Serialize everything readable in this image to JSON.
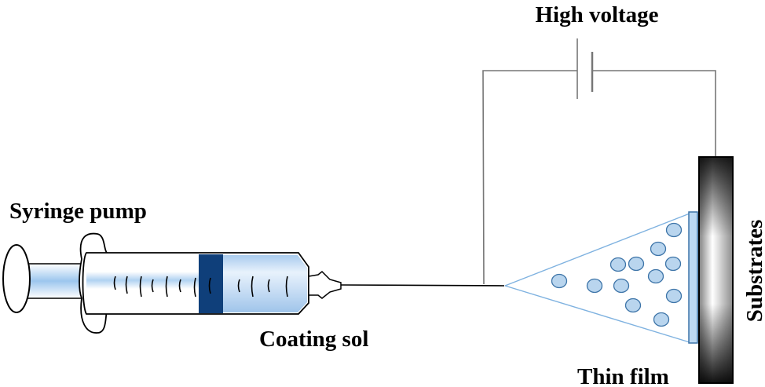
{
  "labels": {
    "high_voltage": "High voltage",
    "syringe_pump": "Syringe pump",
    "coating_sol": "Coating sol",
    "thin_film": "Thin film",
    "substrates": "Substrates"
  },
  "colors": {
    "fluid": "#bcd8f2",
    "plunger_band": "#0f3f7a",
    "droplet_fill": "#b9d5ee",
    "droplet_stroke": "#3d74a8",
    "spray_line": "#7fb2e0",
    "wire": "#777777"
  },
  "droplet_count": 12
}
